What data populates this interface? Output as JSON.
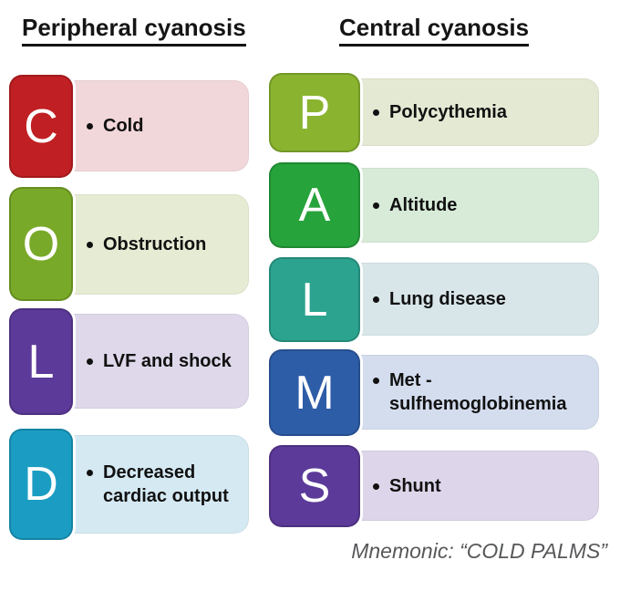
{
  "peripheral": {
    "title": "Peripheral cyanosis",
    "rows": [
      {
        "letter": "C",
        "label": "Cold",
        "block_color": "#c01f23",
        "pill_color": "#f2d7da"
      },
      {
        "letter": "O",
        "label": "Obstruction",
        "block_color": "#79a928",
        "pill_color": "#e6ebd3"
      },
      {
        "letter": "L",
        "label": "LVF and shock",
        "block_color": "#5c3a99",
        "pill_color": "#ded8ea"
      },
      {
        "letter": "D",
        "label": "Decreased cardiac output",
        "block_color": "#1b9dc3",
        "pill_color": "#d5e9f3"
      }
    ]
  },
  "central": {
    "title": "Central cyanosis",
    "rows": [
      {
        "letter": "P",
        "label": "Polycythemia",
        "block_color": "#8ab42f",
        "pill_color": "#e4e9d3"
      },
      {
        "letter": "A",
        "label": "Altitude",
        "block_color": "#27a33c",
        "pill_color": "#d7ebd8"
      },
      {
        "letter": "L",
        "label": "Lung disease",
        "block_color": "#2ba38f",
        "pill_color": "#d8e6e9"
      },
      {
        "letter": "M",
        "label": "Met - sulfhemoglobinemia",
        "block_color": "#2e5da8",
        "pill_color": "#d4ddee"
      },
      {
        "letter": "S",
        "label": "Shunt",
        "block_color": "#5c3a99",
        "pill_color": "#ddd5e9"
      }
    ]
  },
  "footer": {
    "mnemonic": "Mnemonic: “COLD PALMS”"
  }
}
